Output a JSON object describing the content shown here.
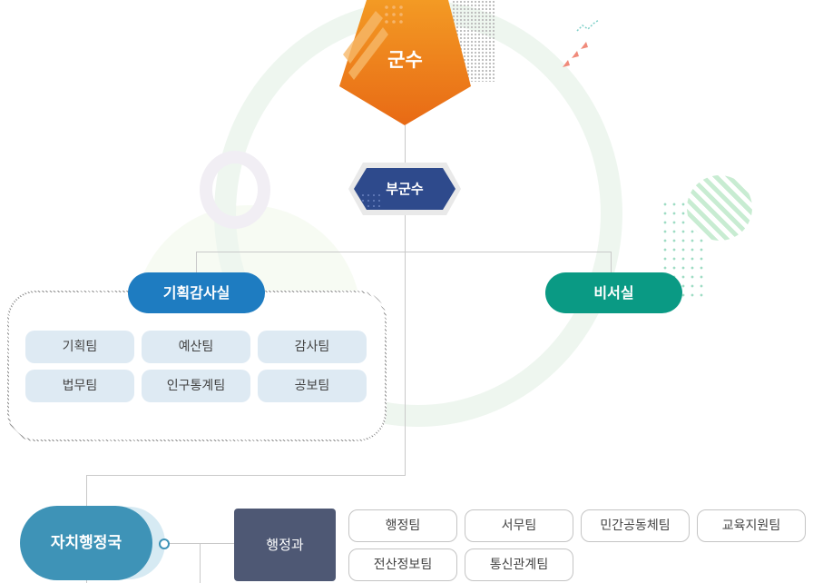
{
  "top": {
    "head_label": "군수",
    "deputy_label": "부군수"
  },
  "offices": {
    "planning_label": "기획감사실",
    "secretary_label": "비서실"
  },
  "planning_teams": [
    "기획팀",
    "예산팀",
    "감사팀",
    "법무팀",
    "인구통계팀",
    "공보팀"
  ],
  "bureau": {
    "label": "자치행정국",
    "department_label": "행정과",
    "teams": [
      "행정팀",
      "서무팀",
      "민간공동체팀",
      "교육지원팀",
      "전산정보팀",
      "통신관계팀"
    ]
  },
  "colors": {
    "head_gradient": [
      "#f39a24",
      "#e86a15"
    ],
    "deputy": "#2e4a8c",
    "planning": "#1e7cc1",
    "secretary": "#0a9a84",
    "bureau": "#3e93b7",
    "department": "#4e5874",
    "team_fill": "#deeaf3"
  }
}
